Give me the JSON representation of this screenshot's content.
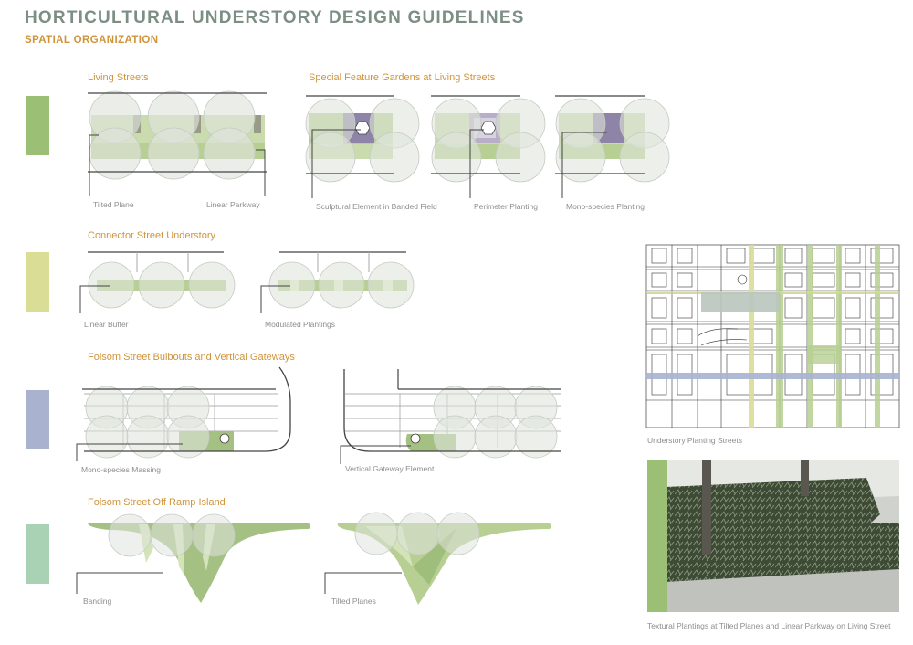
{
  "header": {
    "title": "HORTICULTURAL UNDERSTORY DESIGN GUIDELINES",
    "subtitle": "SPATIAL ORGANIZATION"
  },
  "swatches": [
    {
      "name": "living-streets",
      "color": "#9bbf74"
    },
    {
      "name": "connector-street",
      "color": "#dadd95"
    },
    {
      "name": "folsom-bulbouts",
      "color": "#a9b3cf"
    },
    {
      "name": "off-ramp-island",
      "color": "#a9d1b3"
    }
  ],
  "sections": {
    "living_streets": {
      "title": "Living Streets",
      "labels": [
        "Tilted Plane",
        "Linear Parkway"
      ]
    },
    "special_feature": {
      "title": "Special Feature Gardens at Living Streets",
      "labels": [
        "Sculptural Element in Banded Field",
        "Perimeter Planting",
        "Mono-species Planting"
      ]
    },
    "connector": {
      "title": "Connector Street Understory",
      "labels": [
        "Linear Buffer",
        "Modulated Plantings"
      ]
    },
    "folsom": {
      "title": "Folsom Street Bulbouts and Vertical Gateways",
      "labels": [
        "Mono-species Massing",
        "Vertical Gateway Element"
      ]
    },
    "off_ramp": {
      "title": "Folsom Street Off Ramp Island",
      "labels": [
        "Banding",
        "Tilted Planes"
      ]
    }
  },
  "map": {
    "caption": "Understory Planting Streets"
  },
  "photo": {
    "caption": "Textural Plantings at Tilted Planes and Linear Parkway on Living Street"
  },
  "colors": {
    "tree": "#dfe4dc",
    "tree_stroke": "#c6cdc4",
    "green_plant": "#b7cf92",
    "mid_green": "#a5c083",
    "purple": "#8e84a8",
    "line": "#444444"
  }
}
